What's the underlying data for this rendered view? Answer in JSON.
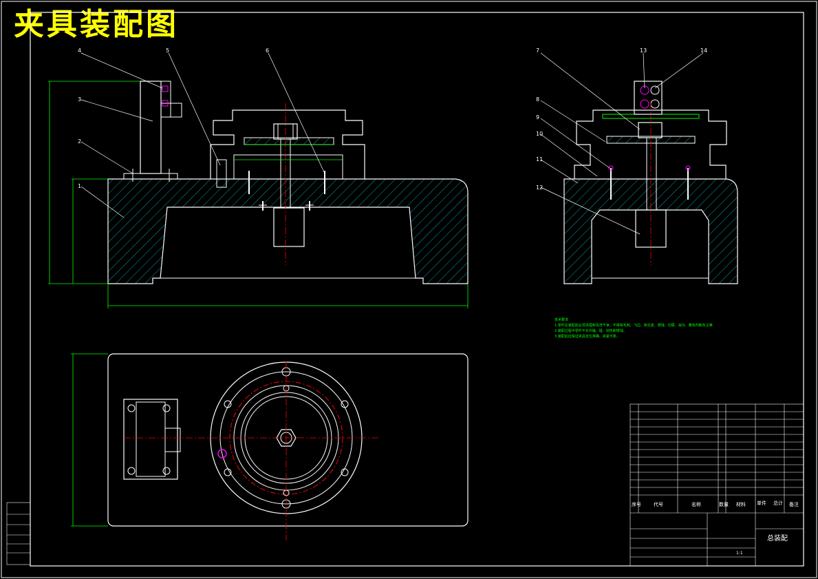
{
  "title": "夹具装配图",
  "colors": {
    "background": "#000000",
    "outline": "#ffffff",
    "hatch": "#00cccc",
    "dimension": "#00ff00",
    "centerline": "#ff0000",
    "title_text": "#ffff00",
    "highlight": "#ff00ff"
  },
  "part_labels": {
    "front": [
      "4",
      "5",
      "6",
      "3",
      "2",
      "1"
    ],
    "side": [
      "7",
      "13",
      "14",
      "8",
      "9",
      "10",
      "11",
      "12"
    ]
  },
  "tech_notes": {
    "heading": "技术要求",
    "lines": [
      "1.零件在装配前必须清理和清洗干净，不得有毛刺、飞边、氧化皮、锈蚀、切屑、油污、着色剂和灰尘等。",
      "2.装配过程中零件不允许磕、碰、划伤和锈蚀。",
      "3.装配后应保证夹具定位准确、夹紧可靠。"
    ]
  },
  "title_block": {
    "drawing_name": "总装配",
    "scale": "1:1",
    "headers": [
      "序号",
      "代号",
      "名称",
      "数量",
      "材料",
      "单件",
      "总计",
      "备注"
    ]
  }
}
